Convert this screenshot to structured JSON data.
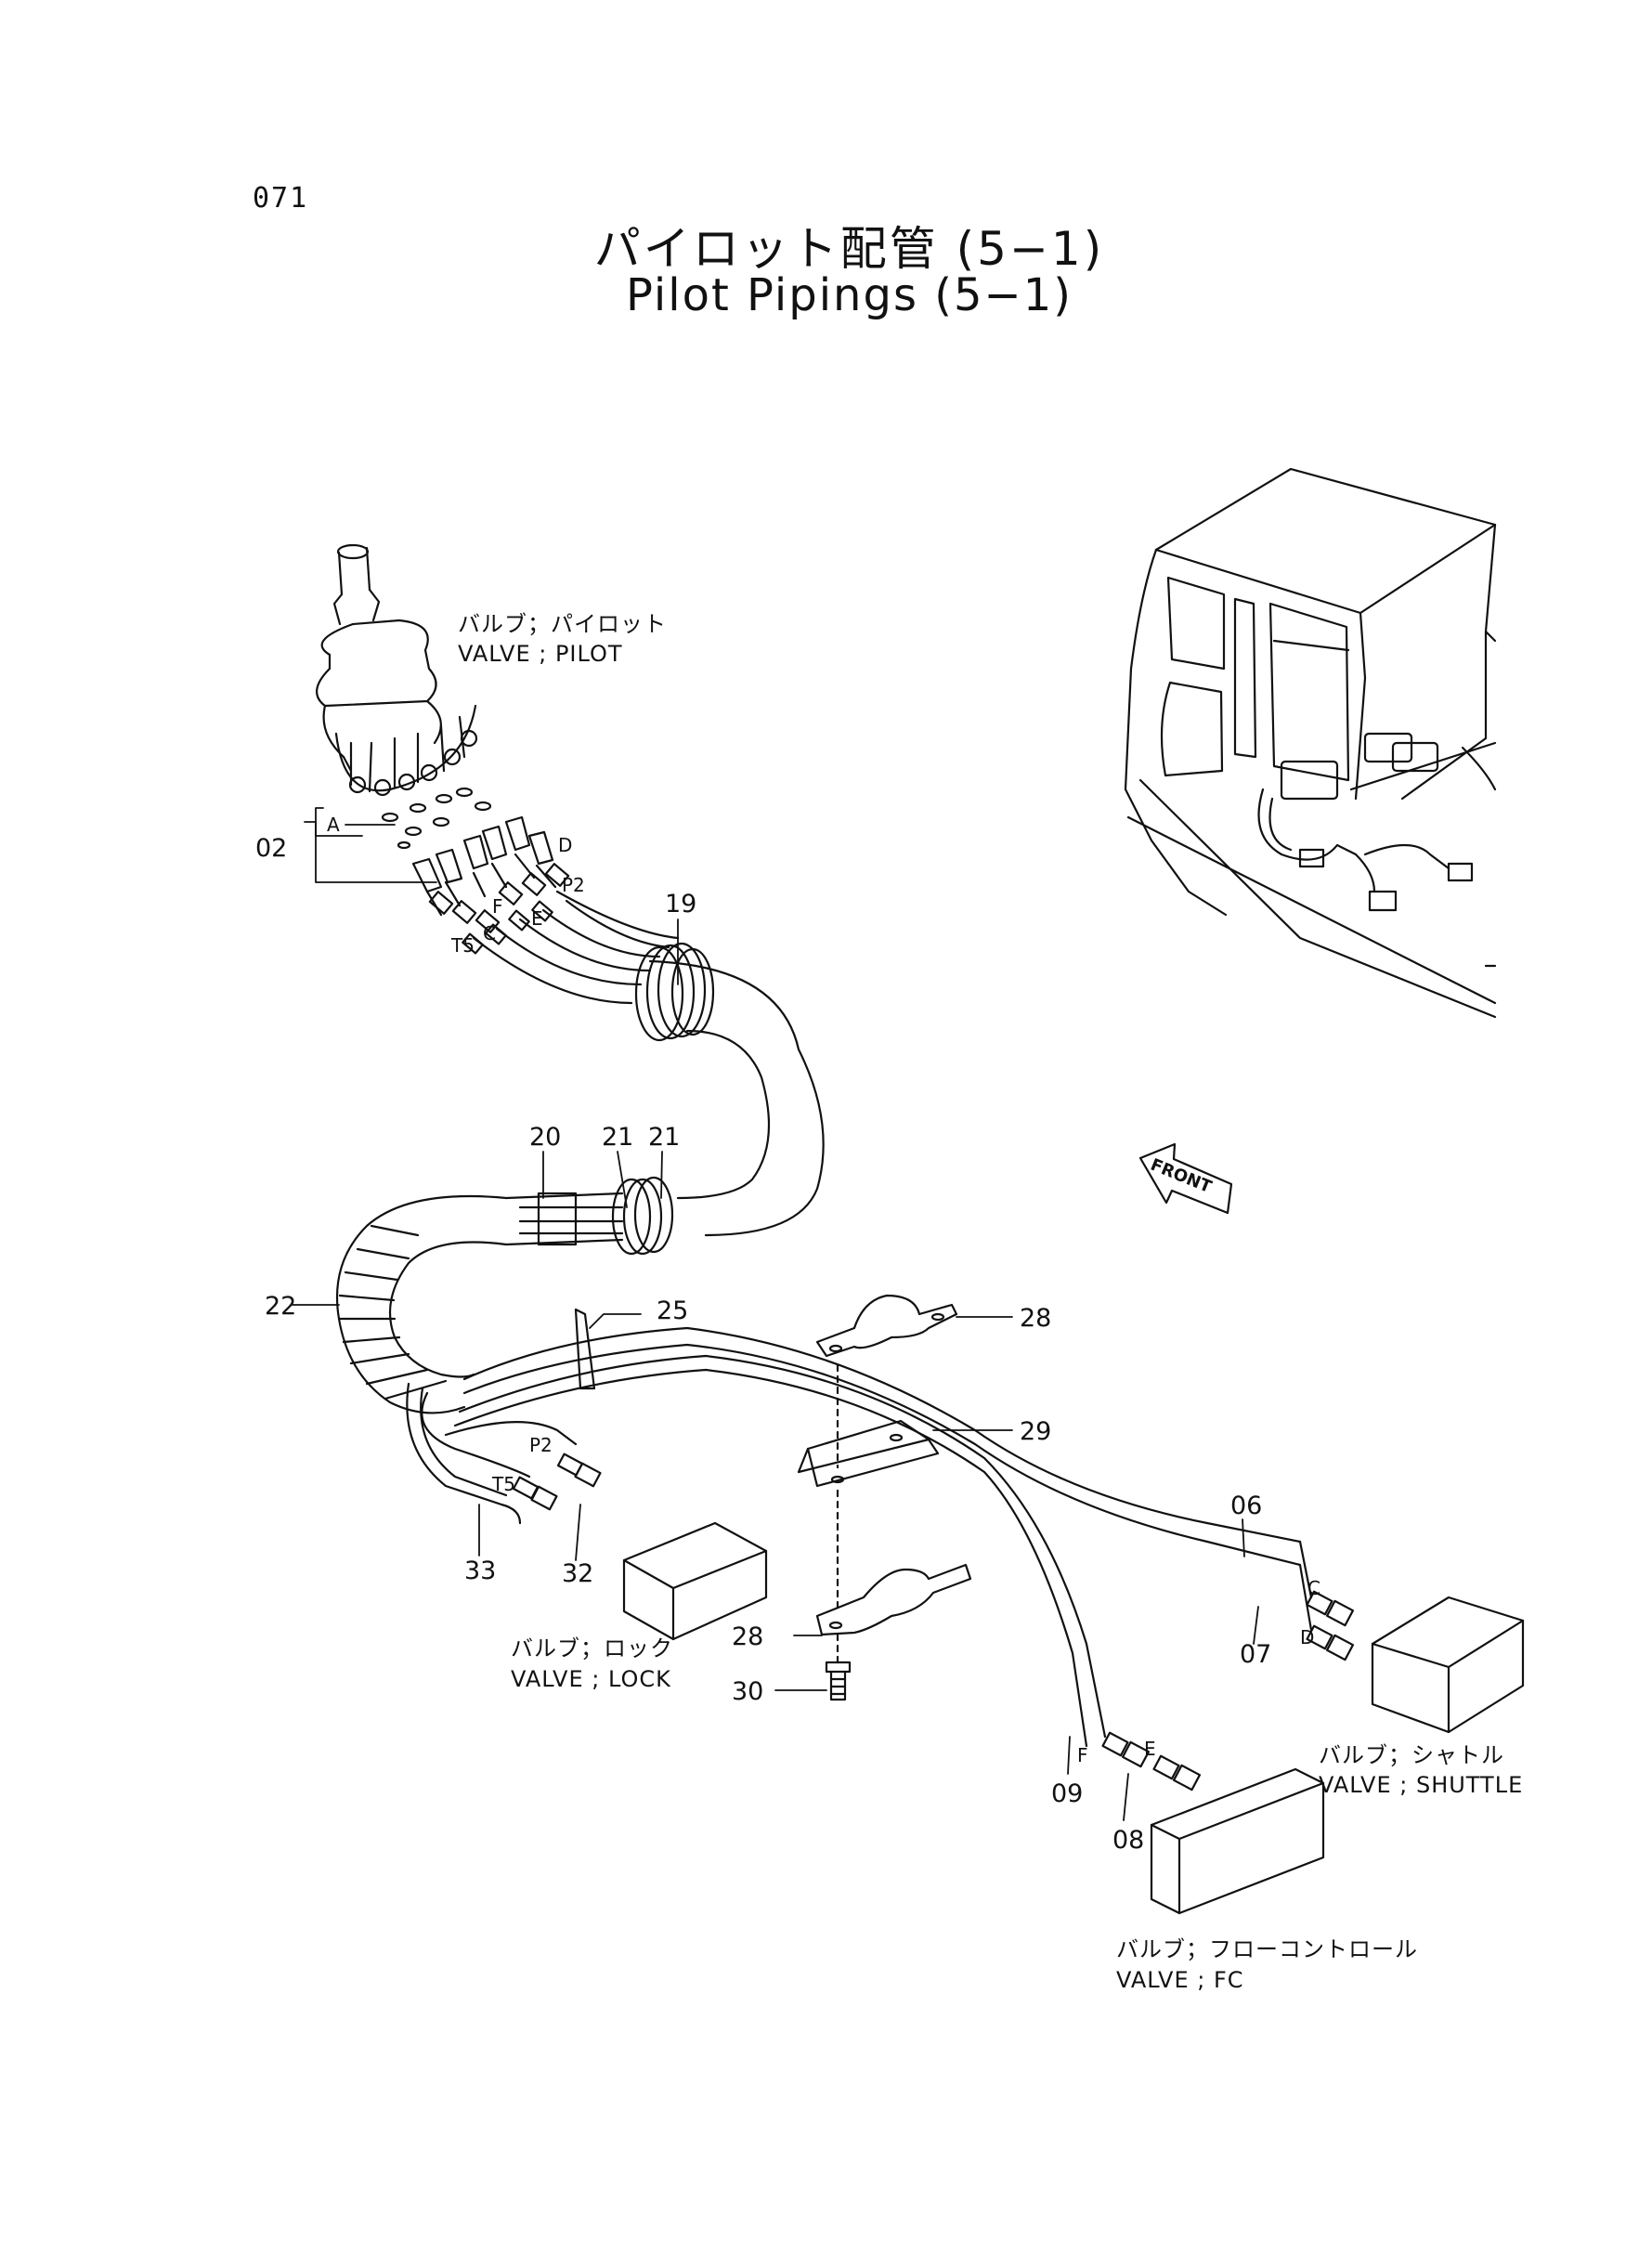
{
  "page_number": "071",
  "title_jp": "パイロット配管 (5−1)",
  "title_en": "Pilot Pipings (5−1)",
  "part_numbers": {
    "p02": "02",
    "p06": "06",
    "p07": "07",
    "p08": "08",
    "p09": "09",
    "p19": "19",
    "p20": "20",
    "p21a": "21",
    "p21b": "21",
    "p22": "22",
    "p25": "25",
    "p28a": "28",
    "p28b": "28",
    "p29": "29",
    "p30": "30",
    "p32": "32",
    "p33": "33"
  },
  "port_labels": {
    "A": "A",
    "D_top": "D",
    "P2_top": "P2",
    "F_top": "F",
    "E_top": "E",
    "T5_top": "T5",
    "C_top": "C",
    "P2_lock": "P2",
    "T5_lock": "T5",
    "C_shuttle": "C",
    "D_shuttle": "D",
    "F_fc": "F",
    "E_fc": "E"
  },
  "component_labels": {
    "pilot_jp": "バルブ；パイロット",
    "pilot_en": "VALVE ; PILOT",
    "lock_jp": "バルブ；ロック",
    "lock_en": "VALVE ; LOCK",
    "shuttle_jp": "バルブ；シャトル",
    "shuttle_en": "VALVE ; SHUTTLE",
    "fc_jp": "バルブ；フローコントロール",
    "fc_en": "VALVE ; FC"
  },
  "front_label": "FRONT"
}
